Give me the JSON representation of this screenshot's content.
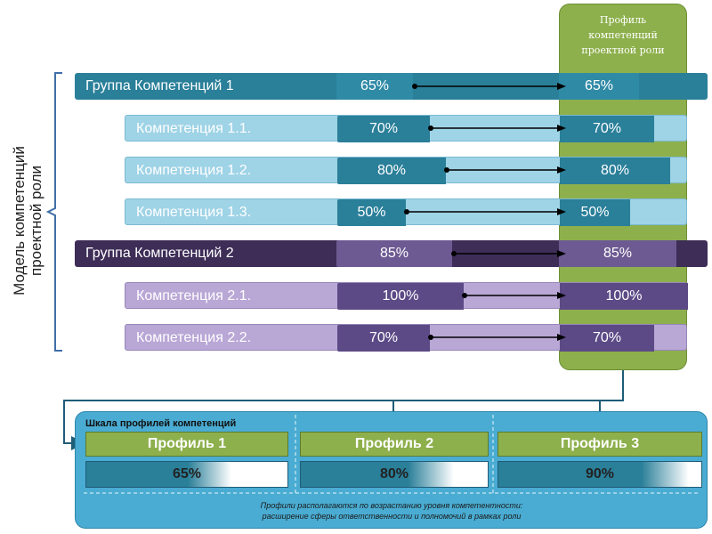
{
  "profile_column": {
    "title_lines": [
      "Профиль",
      "компетенций",
      "проектной роли"
    ]
  },
  "model_label_lines": [
    "Модель компетенций",
    "проектной роли"
  ],
  "rows": [
    {
      "label": "Группа Компетенций 1",
      "kind": "group1",
      "value": "65%",
      "profile_value": "65%"
    },
    {
      "label": "Компетенция 1.1.",
      "kind": "comp1",
      "value": "70%",
      "profile_value": "70%"
    },
    {
      "label": "Компетенция 1.2.",
      "kind": "comp1",
      "value": "80%",
      "profile_value": "80%"
    },
    {
      "label": "Компетенция 1.3.",
      "kind": "comp1",
      "value": "50%",
      "profile_value": "50%"
    },
    {
      "label": "Группа Компетенций 2",
      "kind": "group2",
      "value": "85%",
      "profile_value": "85%"
    },
    {
      "label": "Компетенция 2.1.",
      "kind": "comp2",
      "value": "100%",
      "profile_value": "100%"
    },
    {
      "label": "Компетенция 2.2.",
      "kind": "comp2",
      "value": "70%",
      "profile_value": "70%"
    }
  ],
  "scale": {
    "title": "Шкала профилей компетенций",
    "profiles": [
      {
        "name": "Профиль 1",
        "value": "65%"
      },
      {
        "name": "Профиль 2",
        "value": "80%"
      },
      {
        "name": "Профиль 3",
        "value": "90%"
      }
    ],
    "note_lines": [
      "Профили располагаются по возрастанию уровня компетентности:",
      "расширение сферы ответственности и полномочий в рамках роли"
    ]
  },
  "colors": {
    "group1": "#2a7f99",
    "group1_track": "#2f8aa6",
    "comp1_bg": "#9fd3e6",
    "comp1_value": "#2a7f99",
    "group2": "#3d2d57",
    "group2_value": "#6d5a92",
    "comp2_bg": "#b9a7d6",
    "comp2_value": "#5c4a86",
    "profile_green": "#8db04c",
    "scale_panel": "#4aacd2"
  }
}
